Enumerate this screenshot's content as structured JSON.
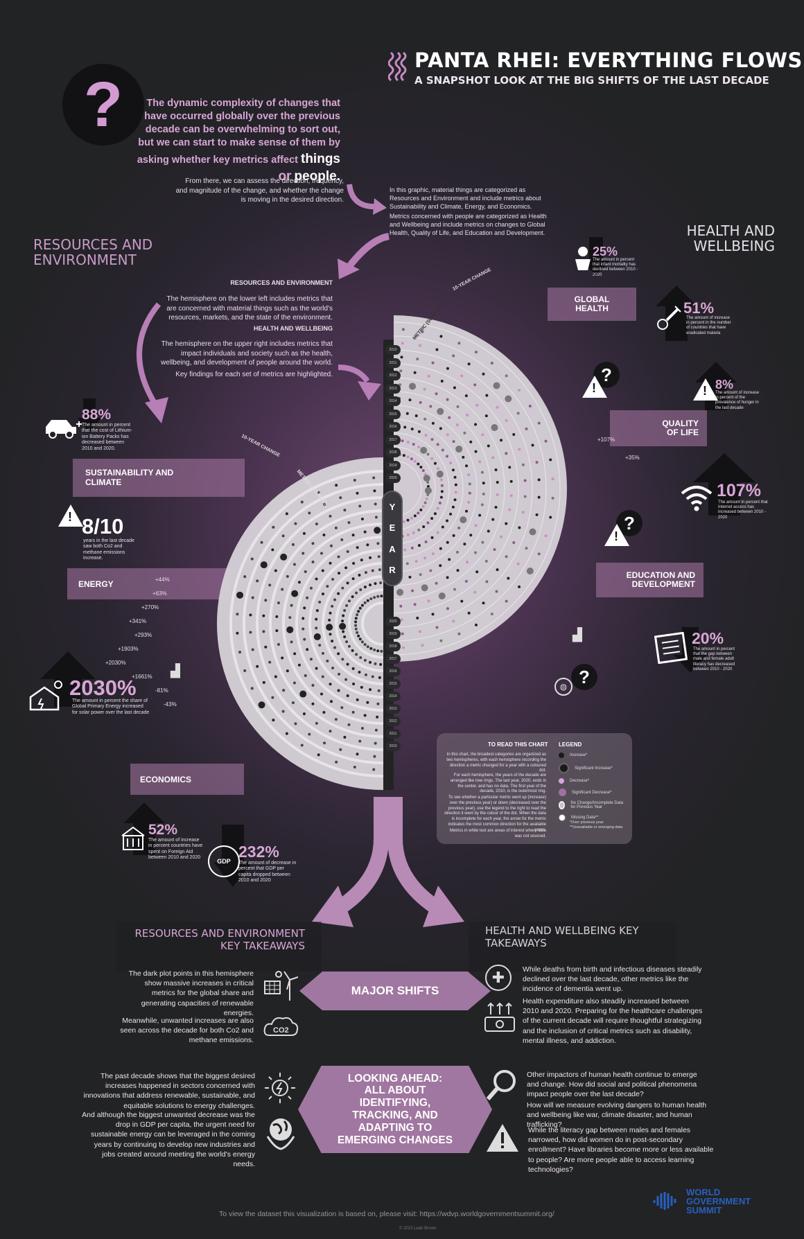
{
  "header": {
    "title": "PANTA RHEI: EVERYTHING FLOWS",
    "subtitle": "A SNAPSHOT LOOK AT THE BIG SHIFTS OF THE LAST DECADE"
  },
  "intro": {
    "question_mark": "?",
    "lead": "The dynamic complexity of changes that have occurred globally over the previous decade can be overwhelming to sort out, but we can start to make sense of them by asking whether key metrics affect",
    "things": "things",
    "or": "or",
    "people": "people",
    "period": ".",
    "assess": "From there, we can assess the direction, frequency, and magnitude of the change, and whether the change is moving in the desired direction.",
    "categories": "In this graphic, material things are categorized as Resources and Environment and include metrics about Sustainability and Climate, Energy, and Economics.",
    "people_metrics": "Metrics concerned with people are categorized as Health and Wellbeing and include metrics on changes to Global Health, Quality of Life, and Education and Development."
  },
  "hemispheres": {
    "left_title": "RESOURCES AND ENVIRONMENT",
    "right_title": "HEALTH AND WELLBEING",
    "re_heading": "RESOURCES AND ENVIRONMENT",
    "re_text": "The hemisphere on the lower left includes metrics that are concerned with material things such as the world's resources, markets, and the state of the environment.",
    "hw_heading": "HEALTH AND WELLBEING",
    "hw_text": "The hemisphere on the upper right includes metrics that impact individuals and society such as the health, wellbeing, and development of people around the world.",
    "key_findings": "Key findings for each set of metrics are highlighted."
  },
  "categories": {
    "sustainability": "SUSTAINABILITY AND CLIMATE",
    "energy": "ENERGY",
    "economics": "ECONOMICS",
    "global_health": "GLOBAL HEALTH",
    "quality_of_life": "QUALITY OF LIFE",
    "education": "EDUCATION AND DEVELOPMENT"
  },
  "axis": {
    "year_label": [
      "Y",
      "E",
      "A",
      "R"
    ],
    "years_top": [
      "2010",
      "2011",
      "2012",
      "2013",
      "2014",
      "2015",
      "2016",
      "2017",
      "2018",
      "2019",
      "2020"
    ],
    "years_bottom": [
      "2020",
      "2019",
      "2018",
      "2017",
      "2016",
      "2015",
      "2014",
      "2013",
      "2012",
      "2011",
      "2010"
    ],
    "ten_year_change": "10-YEAR CHANGE",
    "metric_source": "METRIC (SOURCE)"
  },
  "stats": {
    "s88": {
      "value": "88%",
      "note": "The amount in percent that the cost of Lithium-ion Battery Packs has decreased between 2010 and 2020."
    },
    "s810": {
      "value": "8/10",
      "note": "years in the last decade saw both Co2 and methane emissions increase."
    },
    "s2030": {
      "value": "2030%",
      "note": "The amount in percent the share of Global Primary Energy increased for solar power over the last decade"
    },
    "s52": {
      "value": "52%",
      "note": "The amount of increase in percent countries have spent on Foreign Aid between 2010 and 2020"
    },
    "s232": {
      "value": "232%",
      "note": "The amount of decrease in percent that GDP per capita dropped between 2010 and 2020"
    },
    "s25": {
      "value": "25%",
      "note": "The amount in percent that infant mortality has declined between 2010 - 2020"
    },
    "s51": {
      "value": "51%",
      "note": "The amount of increase in percent in the number of countries that have eradicated malaria"
    },
    "s8": {
      "value": "8%",
      "note": "The amount of increase in percent of the prevalence of hunger in the last decade"
    },
    "s107": {
      "value": "107%",
      "note": "The amount in percent that Internet access has increased between 2010 - 2020"
    },
    "s20": {
      "value": "20%",
      "note": "The amount in percent that the gap between male and female adult literacy has decreased between 2010 - 2020"
    }
  },
  "read_chart": {
    "heading": "TO READ THIS CHART",
    "p1": "In this chart, the broadest categories are organized as two hemispheres, with each hemisphere recording the direction a metric changed for a year with a coloured dot.",
    "p2": "For each hemisphere, the years of the decade are arranged like tree rings. The last year, 2020, ends in the center, and has no data. The first year of the decade, 2010, is the outermost ring.",
    "p3": "To see whether a particular metric went up (increase) over the previous year) or down (decreased over the previous year), use the legend to the right to read the direction it went by the colour of the dot. When the data is incomplete for each year, the arrow for the metric indicates the most common direction for the available years.",
    "p4": "Metrics in white text are areas of interest where data was not sourced."
  },
  "legend": {
    "heading": "LEGEND",
    "items": [
      "Increase*",
      "Significant Increase*",
      "Decrease*",
      "Significant Decrease*",
      "No Change/Incomplete Data for Previous Year",
      "Missing Data**"
    ],
    "footnote1": "*Over previous year",
    "footnote2": "**Unavailable or emerging data",
    "colors": [
      "#1a1a1a",
      "#1a1a1a",
      "#d9a3d8",
      "#a070a4",
      "#c9b9cc",
      "#ffffff"
    ]
  },
  "takeaways": {
    "re_title": "RESOURCES AND ENVIRONMENT KEY TAKEAWAYS",
    "hw_title": "HEALTH AND WELLBEING KEY TAKEAWAYS",
    "major_shifts": "MAJOR SHIFTS",
    "looking_ahead": "LOOKING AHEAD: ALL ABOUT IDENTIFYING, TRACKING, AND ADAPTING TO EMERGING CHANGES",
    "re1": "The dark plot points in this hemisphere show massive increases in critical metrics for the global share and generating capacities of renewable energies.",
    "re2": "Meanwhile, unwanted increases are also seen across the decade for both Co2 and methane emissions.",
    "re3": "The past decade shows that the biggest desired increases happened in sectors concerned with innovations that address renewable, sustainable, and equitable solutions to energy challenges.",
    "re4": "And although the biggest unwanted decrease was the drop in GDP per capita, the urgent need for sustainable energy can be leveraged in the coming years by continuing to develop new industries and jobs created around meeting the world's energy needs.",
    "hw1": "While deaths from birth and infectious diseases steadily declined over the last decade, other metrics like the incidence of dementia went up.",
    "hw2": "Health expenditure also steadily increased between 2010 and 2020. Preparing for the healthcare challenges of the current decade will require thoughtful strategizing and the inclusion of critical metrics such as disability, mental illness, and addiction.",
    "hw3": "Other impactors of human health continue to emerge and change. How did social and political phenomena impact people over the last decade?",
    "hw4": "How will we measure evolving dangers to human health and wellbeing like war, climate disaster, and human trafficking?",
    "hw5": "While the literacy gap between males and females narrowed, how did women do in post-secondary enrollment? Have libraries become more or less available to people? Are more people able to access learning technologies?"
  },
  "footer": {
    "dataset": "To view the dataset this visualization is based on, please visit: https://wdvp.worldgovernmentsummit.org/",
    "credit": "© 2023 Leah Brown",
    "logo": "WORLD GOVERNMENT SUMMIT"
  },
  "changes": {
    "energy": [
      "+44%",
      "+63%",
      "+270%",
      "+341%",
      "+293%",
      "+1903%",
      "+2030%",
      "+1661%",
      "-81%",
      "-43%"
    ],
    "qol": [
      "+107%",
      "+35%"
    ]
  }
}
